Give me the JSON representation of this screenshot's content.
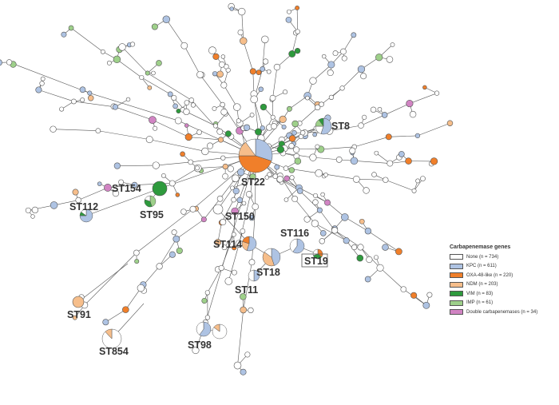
{
  "legend": {
    "title": "Carbapenemase genes",
    "items": [
      {
        "label": "None (n = 734)",
        "color": "#ffffff"
      },
      {
        "label": "KPC (n = 611)",
        "color": "#aec3e3"
      },
      {
        "label": "OXA-48-like (n = 220)",
        "color": "#f07f2a"
      },
      {
        "label": "NDM (n = 203)",
        "color": "#f6be8b"
      },
      {
        "label": "VIM (n = 83)",
        "color": "#2e9a3d"
      },
      {
        "label": "IMP (n = 61)",
        "color": "#9ed08a"
      },
      {
        "label": "Double carbapenemases (n = 34)",
        "color": "#d184c3"
      }
    ]
  },
  "st_labels": {
    "st22": "ST22",
    "st8": "ST8",
    "st154": "ST154",
    "st112": "ST112",
    "st95": "ST95",
    "st150": "ST150",
    "st114": "ST114",
    "st116": "ST116",
    "st18": "ST18",
    "st19": "ST19",
    "st11": "ST11",
    "st91": "ST91",
    "st854": "ST854",
    "st98": "ST98"
  }
}
